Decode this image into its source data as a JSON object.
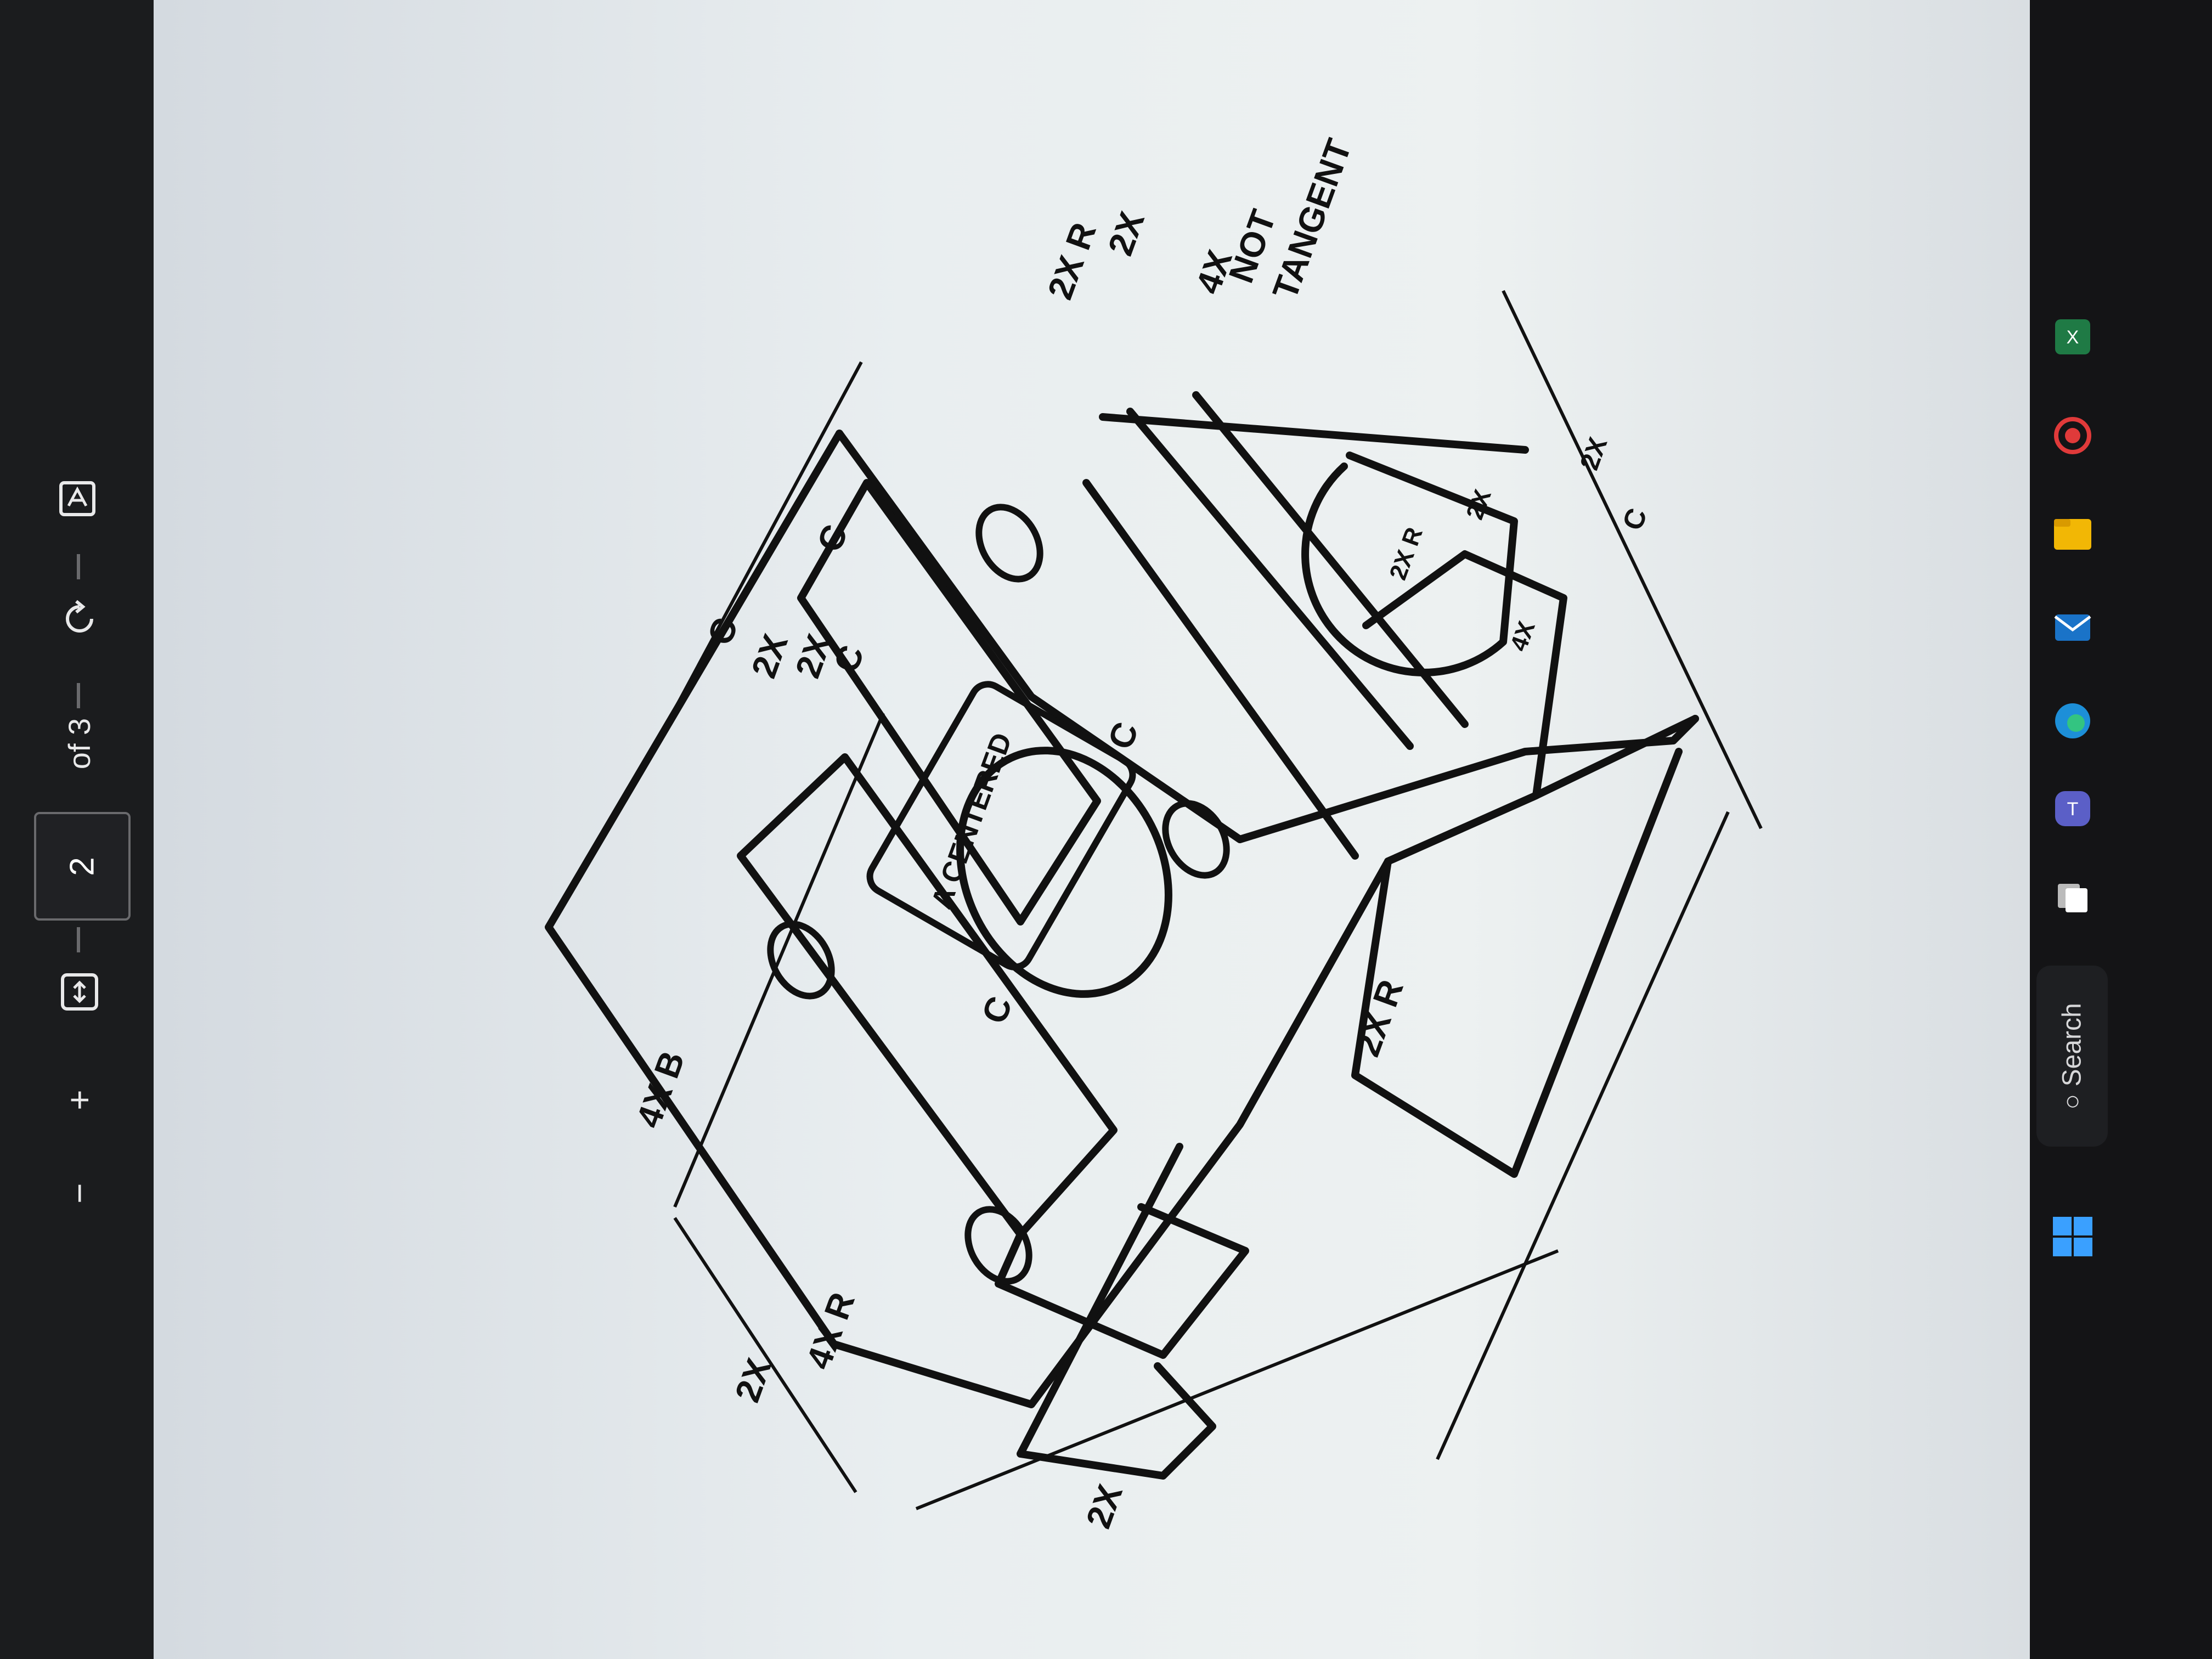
{
  "toolbar": {
    "zoom_out": "−",
    "zoom_in": "+",
    "page_number": "2",
    "page_total": "of 3"
  },
  "drawing": {
    "labels": {
      "four_x_b": "4X B",
      "two_x_top_left": "2X",
      "four_x_r": "4X R",
      "two_x_bottom": "2X",
      "c_top_1": "C",
      "two_x_c_top": "2X",
      "c_top_2": "C",
      "two_x_c_inner": "2X",
      "c_inner": "C",
      "a_centered": "A CENTERED",
      "c_side_a": "C",
      "c_side_b": "C",
      "two_x_r_mid": "2X R",
      "two_x_r_right": "2X R",
      "two_x_right": "2X",
      "four_x": "4X",
      "not": "NOT",
      "tangent": "TANGENT",
      "two_x_r_slot": "2X R",
      "two_x_slot_a": "2X",
      "four_x_slot": "4X",
      "two_x_slot_b": "2X",
      "c_slot": "C"
    }
  },
  "taskbar": {
    "search_label": "Search",
    "icons": [
      "windows-start-icon",
      "search-icon",
      "task-view-icon",
      "teams-icon",
      "edge-icon",
      "mail-icon",
      "file-explorer-icon",
      "record-icon",
      "excel-icon"
    ]
  },
  "colors": {
    "line": "#111111",
    "page": "#e9eef0",
    "toolbar": "#1b1c1e",
    "taskbar": "#141416"
  }
}
